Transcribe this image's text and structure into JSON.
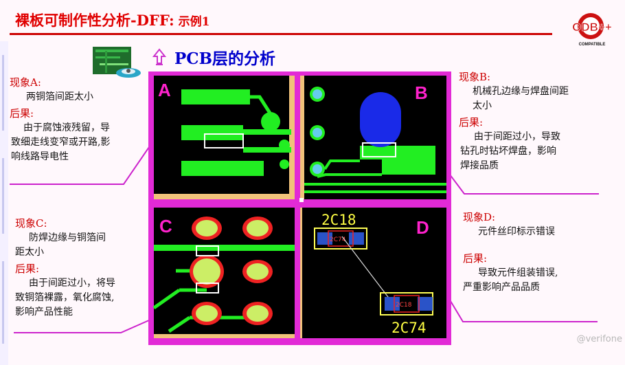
{
  "title": {
    "main": "裸板可制作性分析-DFF:",
    "suffix": " 示例1"
  },
  "logo": {
    "text": "ODB++",
    "sub": "COMPATIBLE"
  },
  "section": {
    "title": "PCB层的分析"
  },
  "panels": {
    "A": {
      "label": "A"
    },
    "B": {
      "label": "B"
    },
    "C": {
      "label": "C"
    },
    "D": {
      "label": "D",
      "ref_top": "2C18",
      "ref_bottom": "2C74",
      "pad_label_top": "2C74",
      "pad_label_bottom": "2C18"
    }
  },
  "notes": {
    "A": {
      "phen_label": "现象A:",
      "phen_lines": [
        "两铜箔间距太小"
      ],
      "cons_label": "后果:",
      "cons_lines": [
        "由于腐蚀液残留，导",
        "致细走线变窄或开路,影",
        "响线路导电性"
      ]
    },
    "B": {
      "phen_label": "现象B:",
      "phen_lines": [
        "机械孔边缘与焊盘间距",
        "太小"
      ],
      "cons_label": "后果:",
      "cons_lines": [
        "由于间距过小，导致",
        "钻孔时钻坏焊盘，影响",
        "焊接品质"
      ]
    },
    "C": {
      "phen_label": "现象C:",
      "phen_lines": [
        "防焊边缘与铜箔间",
        "距太小"
      ],
      "cons_label": "后果:",
      "cons_lines": [
        "由于间距过小，将导",
        "致铜箔裸露，氧化腐蚀,",
        "影响产品性能"
      ]
    },
    "D": {
      "phen_label": "现象D:",
      "phen_lines": [
        "元件丝印标示错误"
      ],
      "cons_label": "后果:",
      "cons_lines": [
        "导致元件组装错误,",
        "严重影响产品品质"
      ]
    }
  },
  "watermark": "@verifone",
  "colors": {
    "pcb_frame": "#e22ad6",
    "copper": "#22ee22",
    "mask": "#ffff99",
    "board": "#000000",
    "label": "#ff22cc",
    "callout": "#cc22cc",
    "title_red": "#e00000",
    "title_blue": "#0000cc"
  }
}
